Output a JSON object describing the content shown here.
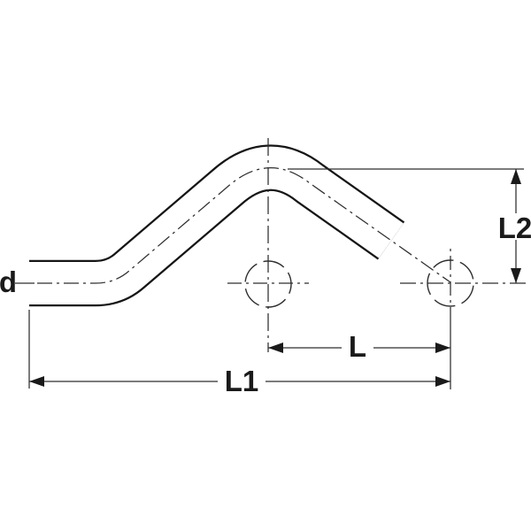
{
  "drawing": {
    "description": "Technical dimension drawing of a pipe crossover bend (bridge pipe) with two port circles and dimension annotations",
    "labels": {
      "diameter": "d",
      "length_l": "L",
      "length_l1": "L1",
      "length_l2": "L2"
    },
    "colors": {
      "background": "#ffffff",
      "outline": "#1a1a1a",
      "thin_line": "#2e2e2e"
    }
  }
}
